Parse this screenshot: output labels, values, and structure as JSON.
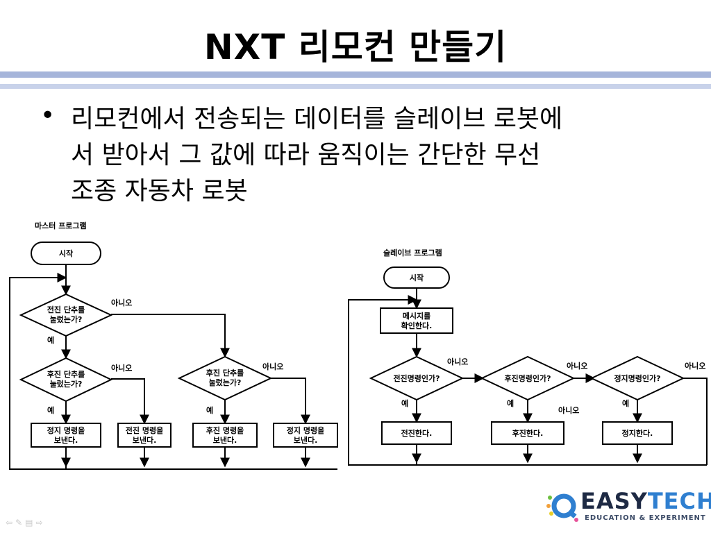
{
  "title": "NXT 리모컨 만들기",
  "bullet_symbol": "•",
  "body_lines": [
    "리모컨에서 전송되는 데이터를 슬레이브 로봇에",
    "서 받아서 그 값에 따라 움직이는 간단한 무선",
    "조종 자동차 로봇"
  ],
  "master": {
    "label": "마스터 프로그램",
    "start": "시작",
    "d1": [
      "전진 단추를",
      "눌렀는가?"
    ],
    "d2": [
      "후진 단추를",
      "눌렀는가?"
    ],
    "d3": [
      "후진 단추를",
      "눌렀는가?"
    ],
    "p1": [
      "정지 명령을",
      "보낸다."
    ],
    "p2": [
      "전진 명령을",
      "보낸다."
    ],
    "p3": [
      "후진 명령을",
      "보낸다."
    ],
    "p4": [
      "정지 명령을",
      "보낸다."
    ],
    "yes": "예",
    "no": "아니오"
  },
  "slave": {
    "label": "슬레이브 프로그램",
    "start": "시작",
    "check": [
      "메시지를",
      "확인한다."
    ],
    "d1": "전진명령인가?",
    "d2": "후진명령인가?",
    "d3": "정지명령인가?",
    "p1": "전진한다.",
    "p2": "후진한다.",
    "p3": "정지한다.",
    "yes": "예",
    "no": "아니오"
  },
  "logo": {
    "name_a": "EASY",
    "name_b": "TECH",
    "tagline": "EDUCATION & EXPERIMENT"
  },
  "colors": {
    "rule_dark": "#a6b5da",
    "rule_light": "#c8d2ea",
    "logo_dark": "#1e2a44",
    "logo_accent": "#2f7fd0"
  },
  "nav_icons": [
    "back-arrow-icon",
    "pen-icon",
    "menu-icon",
    "forward-arrow-icon"
  ]
}
